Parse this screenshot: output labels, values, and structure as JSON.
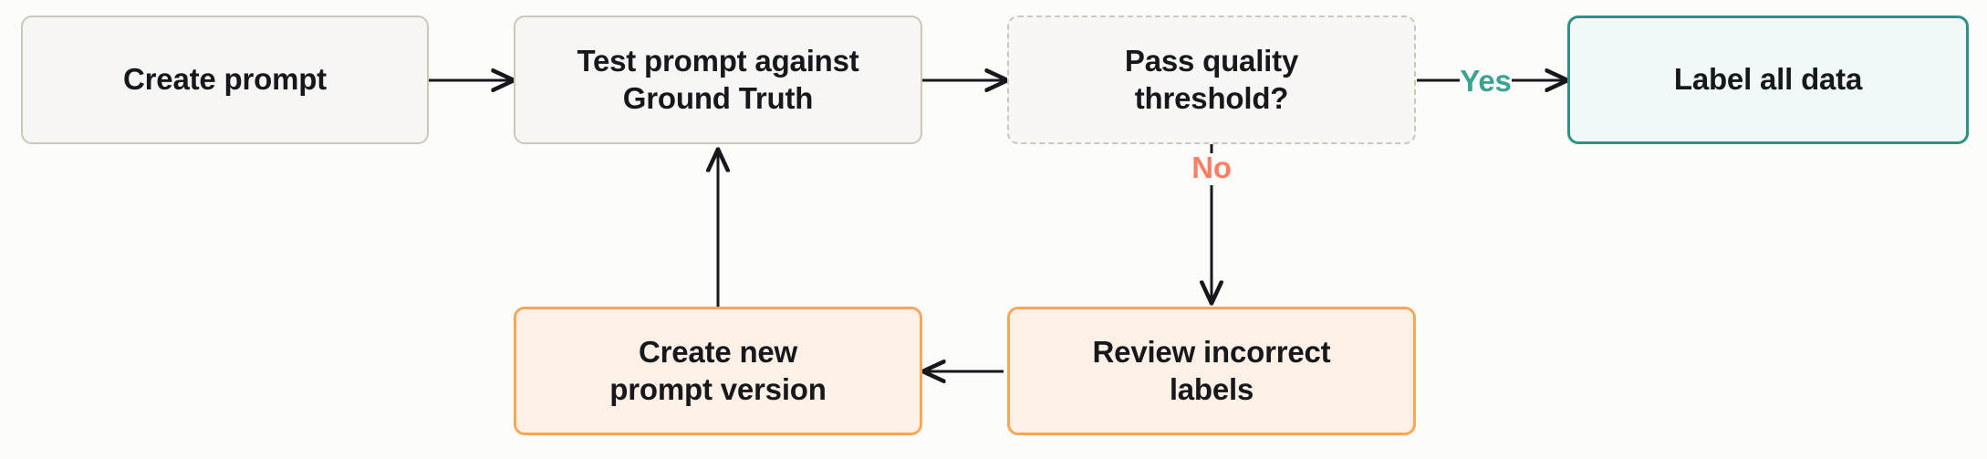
{
  "diagram": {
    "title": "Prompt evaluation loop flowchart",
    "background_color": "#fcfcfa",
    "nodes": [
      {
        "id": "create-prompt",
        "label": "Create prompt",
        "style": "neutral"
      },
      {
        "id": "test-prompt",
        "label": "Test prompt against\nGround Truth",
        "style": "neutral"
      },
      {
        "id": "pass-quality",
        "label": "Pass quality\nthreshold?",
        "style": "dashed"
      },
      {
        "id": "label-all-data",
        "label": "Label all data",
        "style": "teal"
      },
      {
        "id": "review-incorrect",
        "label": "Review incorrect\nlabels",
        "style": "orange"
      },
      {
        "id": "create-new-version",
        "label": "Create new\nprompt version",
        "style": "orange"
      }
    ],
    "edge_labels": {
      "yes": "Yes",
      "no": "No"
    },
    "colors": {
      "neutral_border": "#cdc7ba",
      "neutral_fill": "#f7f6f4",
      "dashed_border": "#cdc7ba",
      "teal_border": "#2d9186",
      "teal_fill": "#f1f9f8",
      "orange_border": "#f7a758",
      "orange_fill": "#fdf0e7",
      "yes_label": "#3ba394",
      "no_label": "#fd7f63",
      "arrow": "#16181c",
      "text": "#16181c"
    }
  }
}
